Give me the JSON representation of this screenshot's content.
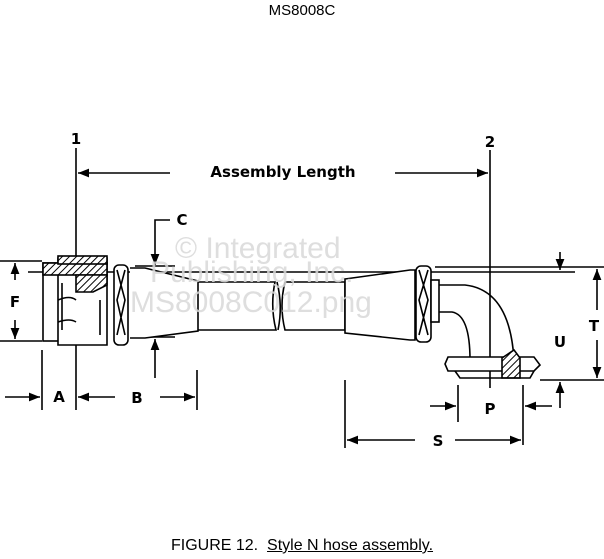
{
  "document_id": "MS8008C",
  "figure": {
    "number_label": "FIGURE 12.",
    "title": "Style N hose assembly."
  },
  "drawing": {
    "reference_lines": [
      "1",
      "2"
    ],
    "dimension_labels": {
      "assembly_length": "Assembly Length",
      "a": "A",
      "b": "B",
      "c": "C",
      "f": "F",
      "p": "P",
      "s": "S",
      "t": "T",
      "u": "U"
    }
  },
  "watermark": [
    "© Integrated",
    "Publishing, Inc.",
    "MS8008C012.png"
  ]
}
